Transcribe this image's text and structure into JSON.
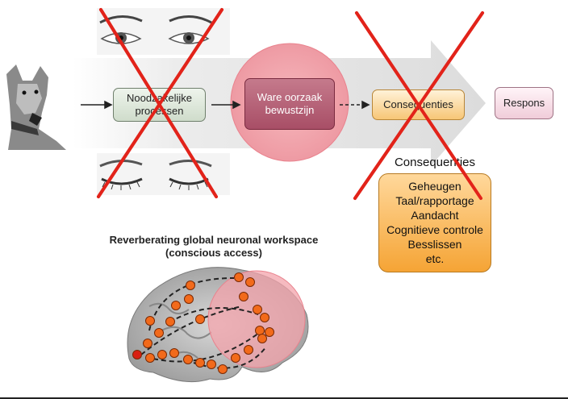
{
  "flow": {
    "processes_label": "Noodzakelijke processen",
    "true_cause_label": "Ware oorzaak bewustzijn",
    "consequences_label": "Consequenties",
    "response_label": "Respons"
  },
  "consequences_panel": {
    "title": "Consequenties",
    "items": [
      "Geheugen",
      "Taal/rapportage",
      "Aandacht",
      "Cognitieve controle",
      "Besslissen",
      "etc."
    ]
  },
  "workspace": {
    "title": "Reverberating global neuronal workspace",
    "subtitle": "(conscious access)"
  },
  "colors": {
    "cross_red": "#e2231a",
    "highlight_pink": "#f3a3ab",
    "node_orange": "#f26a1b",
    "arrow_band": "#e4e4e4"
  },
  "icons": [
    "dog-photo",
    "open-eyes-photo",
    "closed-eyes-photo",
    "brain-illustration"
  ]
}
